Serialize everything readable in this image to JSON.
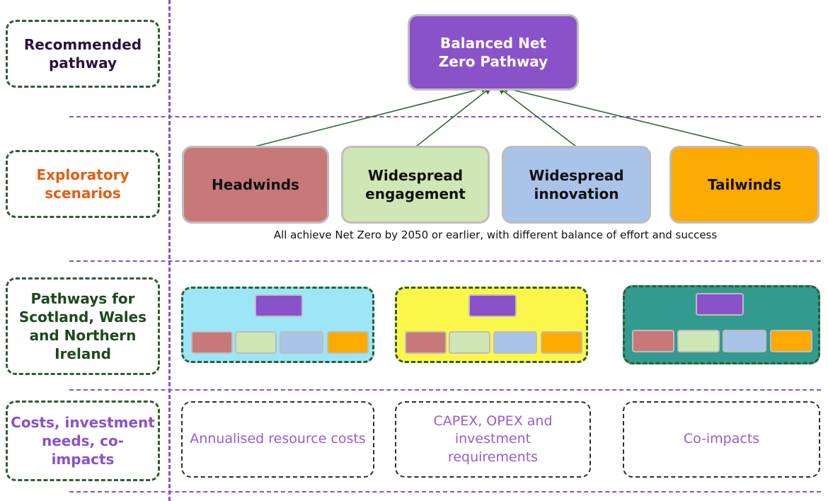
{
  "row_labels": {
    "recommended": "Recommended pathway",
    "exploratory": "Exploratory scenarios",
    "nations": "Pathways for Scotland, Wales and Northern Ireland",
    "costs": "Costs, investment needs, co-impacts"
  },
  "top_box": "Balanced Net Zero Pathway",
  "scenarios": [
    "Headwinds",
    "Widespread engagement",
    "Widespread innovation",
    "Tailwinds"
  ],
  "note": "All achieve Net Zero by 2050 or earlier, with different balance of effort and success",
  "cost_boxes": [
    "Annualised resource costs",
    "CAPEX, OPEX and investment requirements",
    "Co-impacts"
  ],
  "colors": {
    "purple": "#8a52c9",
    "headwinds": "#c87879",
    "engagement": "#cfe6b5",
    "innovation": "#aac3e8",
    "tailwinds": "#fbaa02",
    "label_recommended": "#2b1140",
    "label_exploratory": "#e55e10",
    "label_nations": "#1d4a1d",
    "label_costs": "#8a52c9",
    "panel_scotland": "#9de6f7",
    "panel_wales": "#fbf74a",
    "panel_ni": "#339a8f",
    "arrow": "#2e6b2e"
  }
}
